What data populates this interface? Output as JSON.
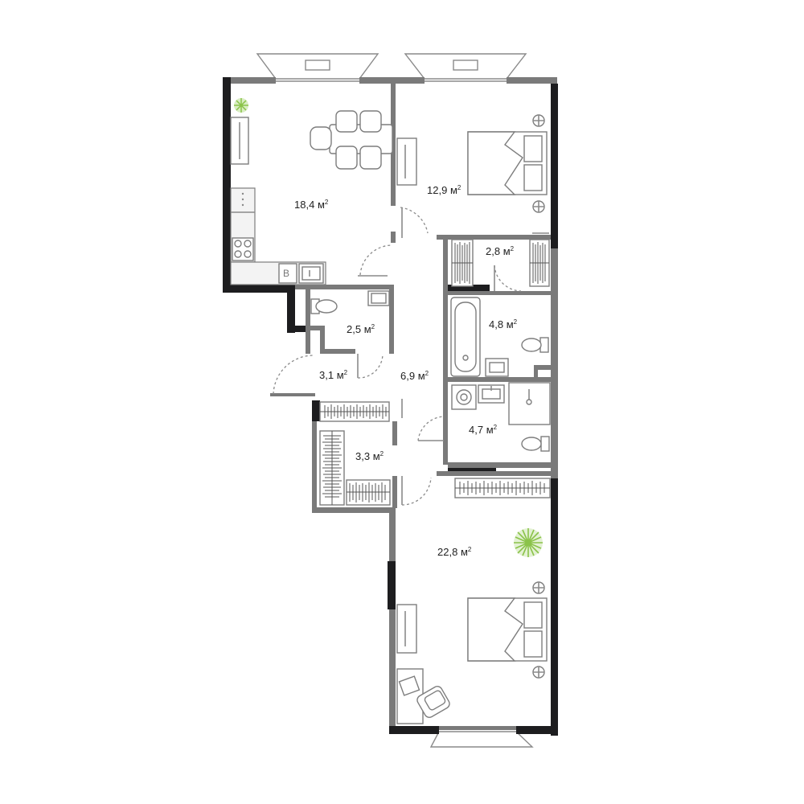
{
  "plan": {
    "unit": "м",
    "rooms": [
      {
        "id": "kitchen-living",
        "area": "18,4"
      },
      {
        "id": "bedroom-1",
        "area": "12,9"
      },
      {
        "id": "wardrobe-1",
        "area": "2,8"
      },
      {
        "id": "bathroom-1",
        "area": "4,8"
      },
      {
        "id": "toilet",
        "area": "2,5"
      },
      {
        "id": "entry",
        "area": "3,1"
      },
      {
        "id": "hall",
        "area": "6,9"
      },
      {
        "id": "bathroom-2",
        "area": "4,7"
      },
      {
        "id": "wardrobe-2",
        "area": "3,3"
      },
      {
        "id": "bedroom-2",
        "area": "22,8"
      }
    ],
    "colors": {
      "wall_dark": "#1d1d1f",
      "wall_gray": "#7a7a7a",
      "plant": "#8bc34a",
      "furniture_stroke": "#7d7d7d"
    },
    "icons": [
      "plant-icon",
      "bed-icon",
      "dining-table-icon",
      "stove-icon",
      "sink-icon",
      "bathtub-icon",
      "toilet-icon",
      "washing-machine-icon",
      "desk-chair-icon",
      "laptop-icon",
      "wardrobe-icon",
      "window-icon",
      "door-icon"
    ]
  }
}
